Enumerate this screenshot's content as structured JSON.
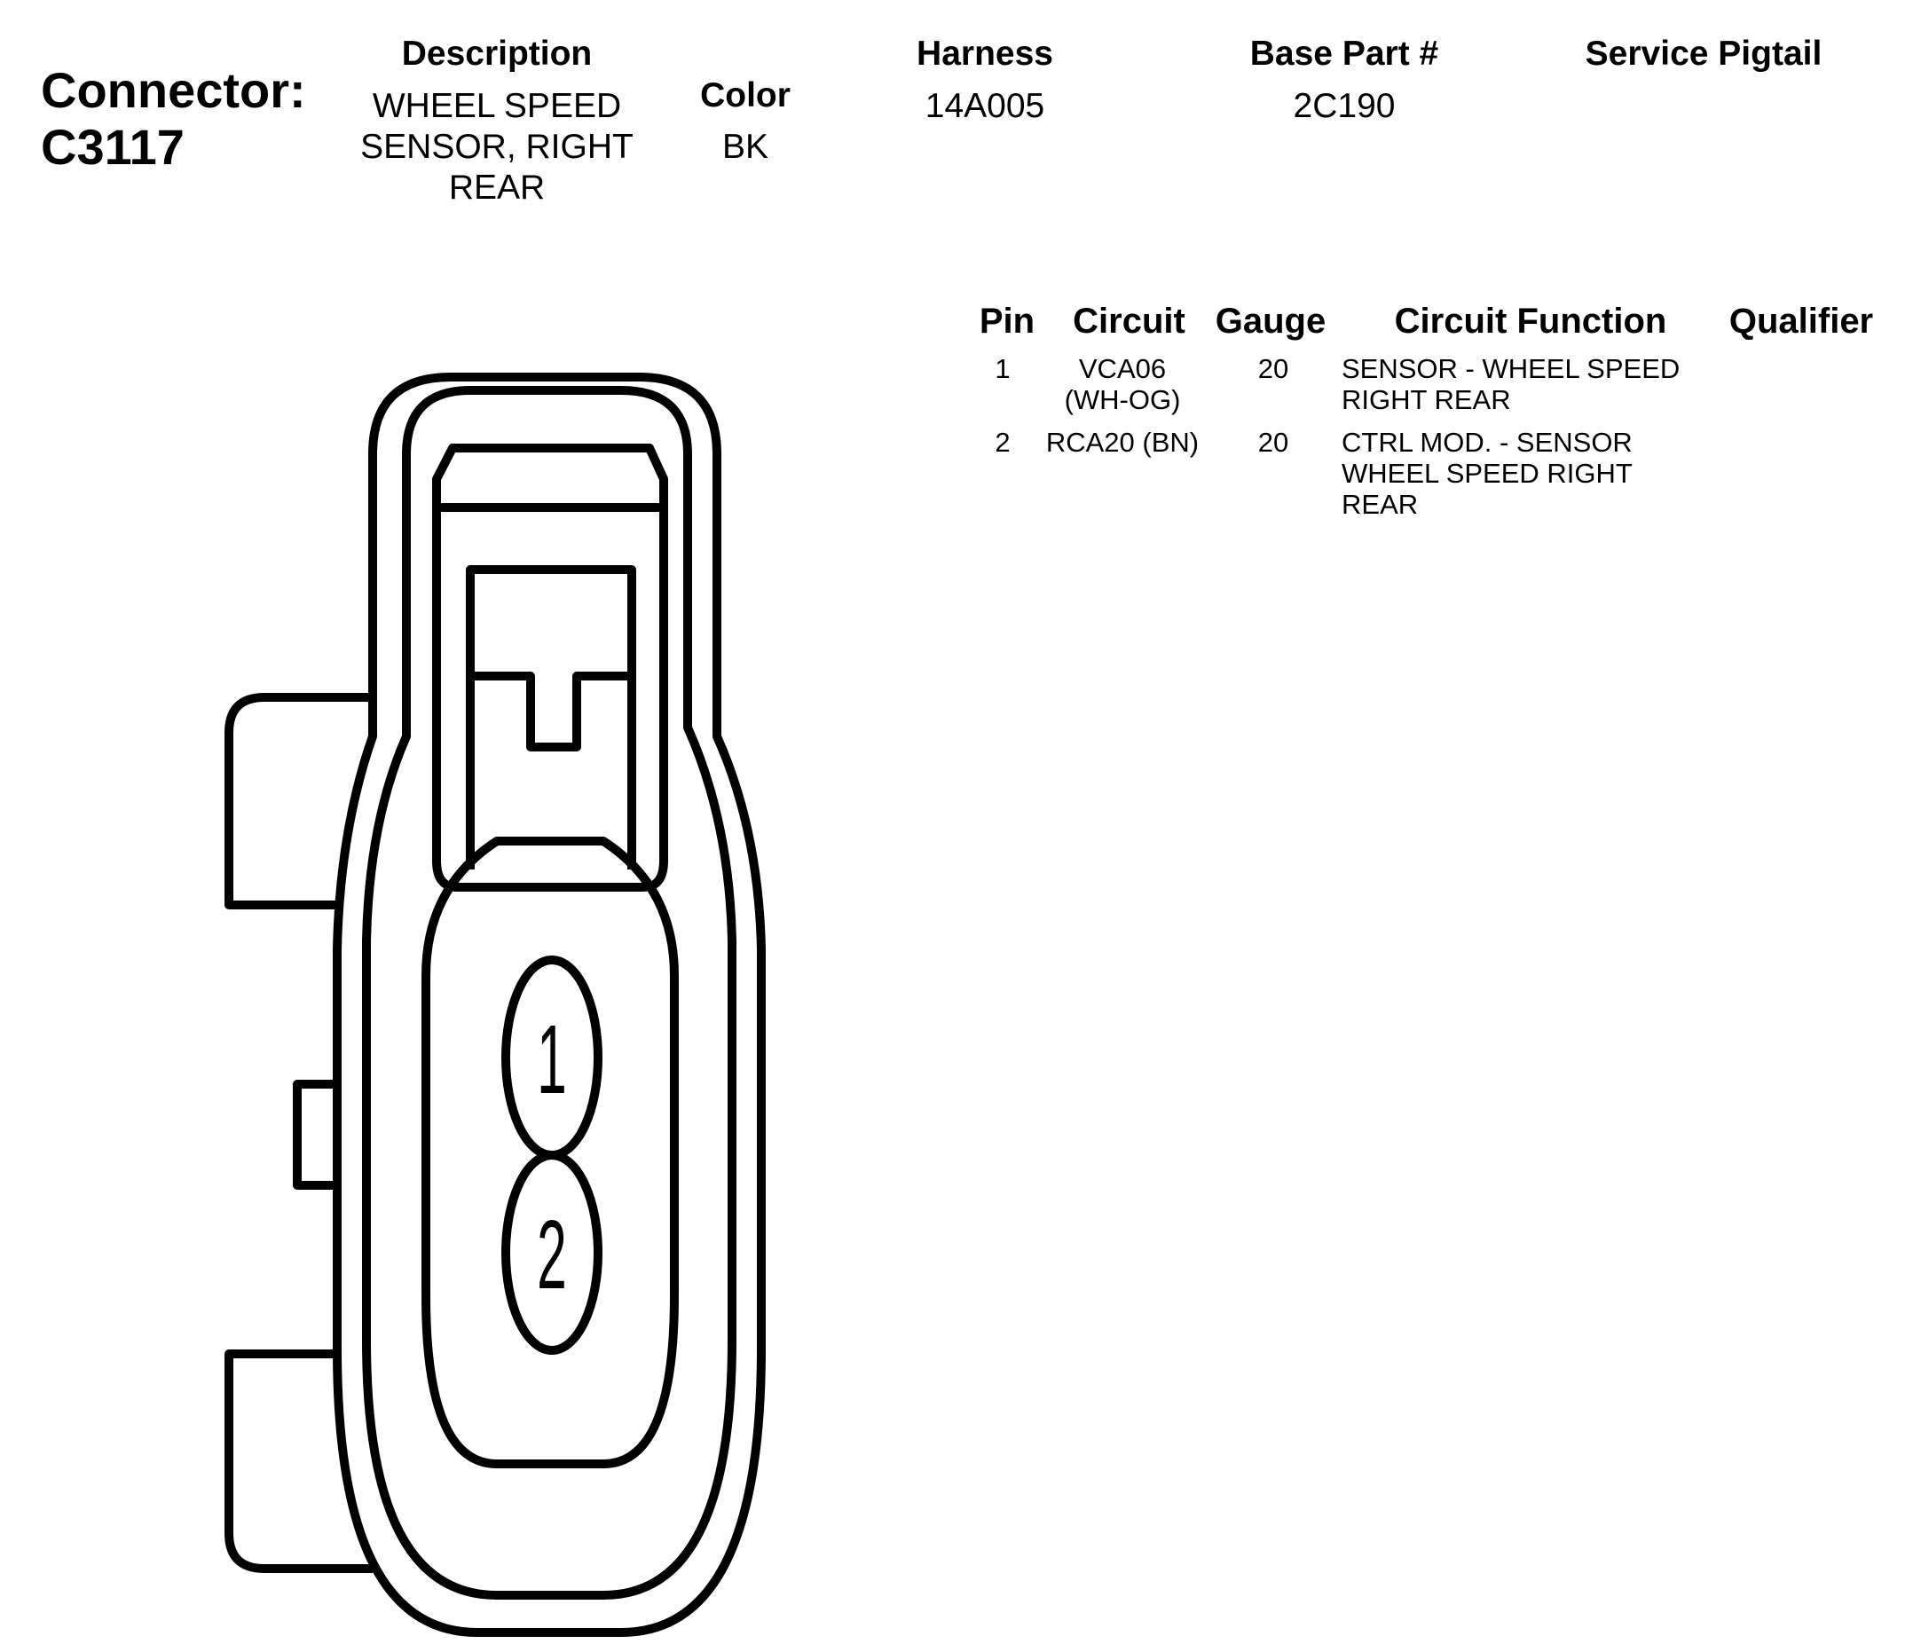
{
  "connector": {
    "label": "Connector:",
    "id": "C3117"
  },
  "header": {
    "description": {
      "label": "Description",
      "value": "WHEEL SPEED SENSOR, RIGHT REAR"
    },
    "color": {
      "label": "Color",
      "value": "BK"
    },
    "harness": {
      "label": "Harness",
      "value": "14A005"
    },
    "base_part": {
      "label": "Base Part #",
      "value": "2C190"
    },
    "service_pigtail": {
      "label": "Service Pigtail",
      "value": ""
    }
  },
  "pin_table": {
    "columns": [
      "Pin",
      "Circuit",
      "Gauge",
      "Circuit Function",
      "Qualifier"
    ],
    "rows": [
      {
        "pin": "1",
        "circuit": "VCA06 (WH-OG)",
        "gauge": "20",
        "function": "SENSOR - WHEEL SPEED RIGHT REAR",
        "qualifier": ""
      },
      {
        "pin": "2",
        "circuit": "RCA20 (BN)",
        "gauge": "20",
        "function": "CTRL MOD. - SENSOR WHEEL SPEED RIGHT REAR",
        "qualifier": ""
      }
    ]
  },
  "diagram": {
    "pin_labels": [
      "1",
      "2"
    ],
    "stroke_color": "#000000",
    "fill_color": "#ffffff"
  }
}
